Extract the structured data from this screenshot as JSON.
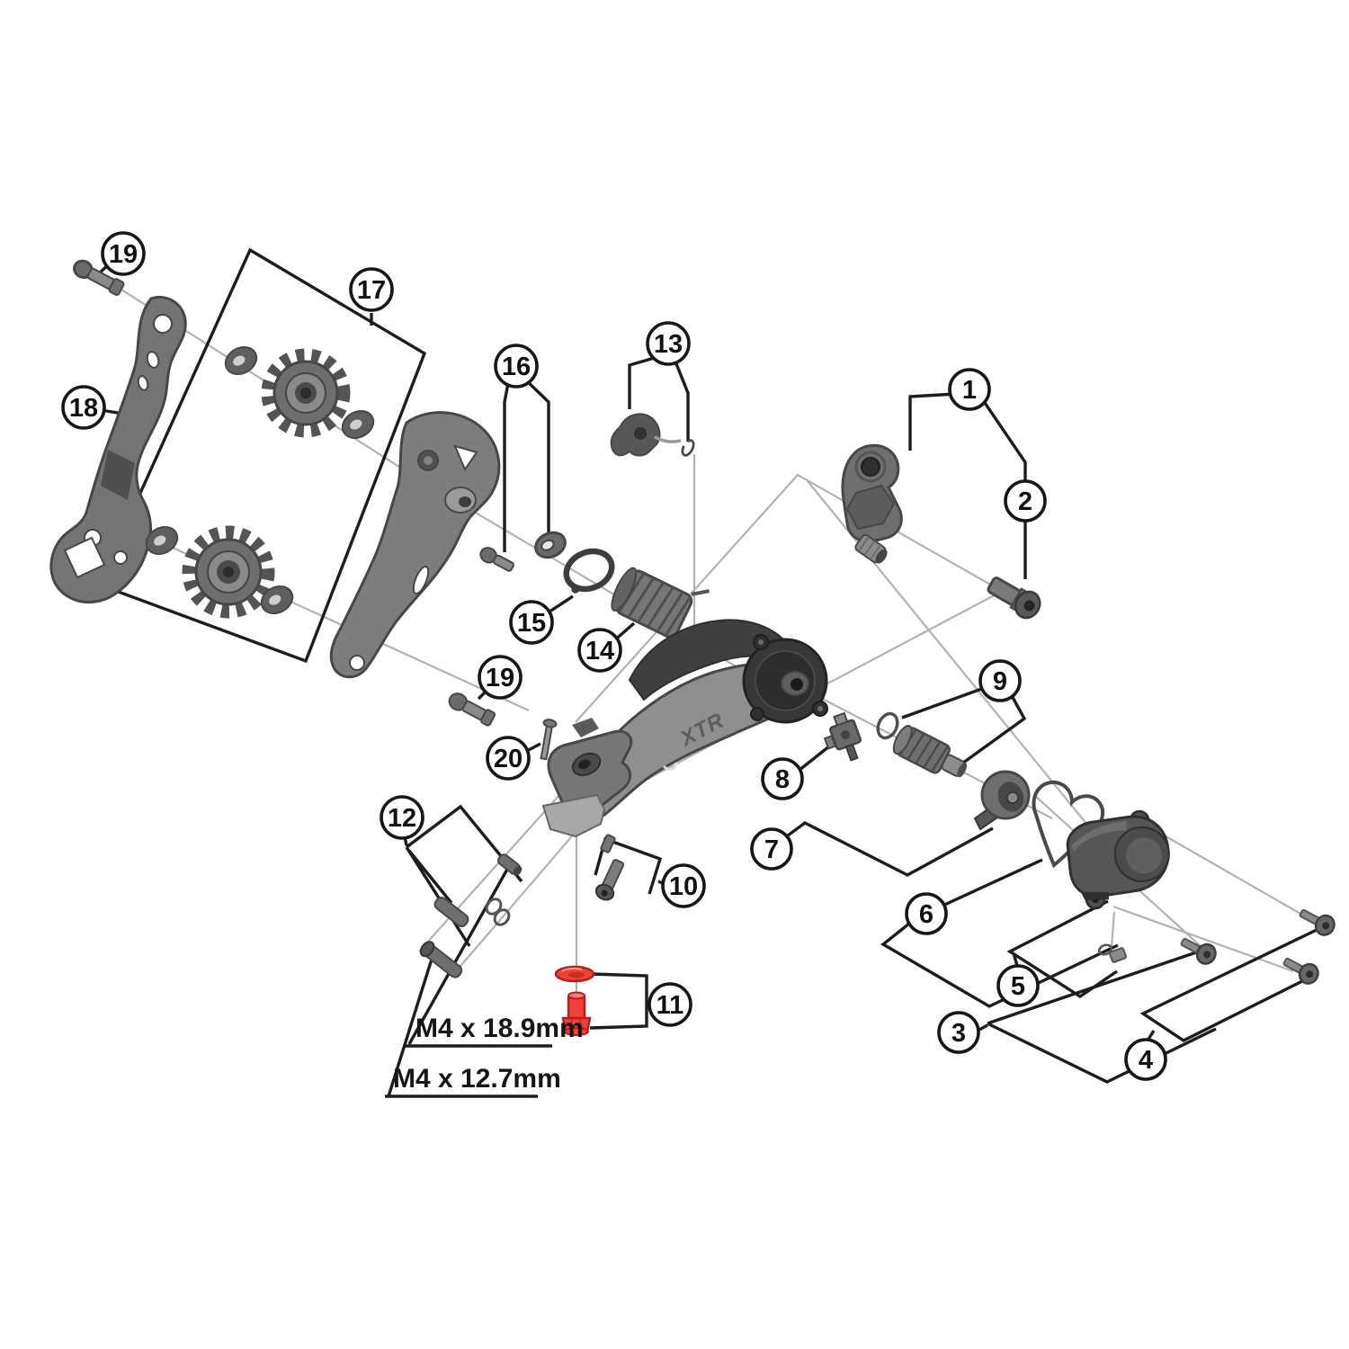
{
  "diagram": {
    "brand_logo": "XTR"
  },
  "callout_labels": {
    "p1": "1",
    "p2": "2",
    "p3": "3",
    "p4": "4",
    "p5": "5",
    "p6": "6",
    "p7": "7",
    "p8": "8",
    "p9": "9",
    "p10": "10",
    "p11": "11",
    "p12": "12",
    "p13": "13",
    "p14": "14",
    "p15": "15",
    "p16": "16",
    "p17": "17",
    "p18": "18",
    "p19": "19",
    "p20": "20"
  },
  "dimension_labels": {
    "bolt_long": "M4 x 18.9mm",
    "bolt_short": "M4 x 12.7mm"
  },
  "colors": {
    "highlight": "#ee4238",
    "leader": "#1d1d1d",
    "axis": "#b2b2b2",
    "part_gray": "#7d7d7d"
  }
}
